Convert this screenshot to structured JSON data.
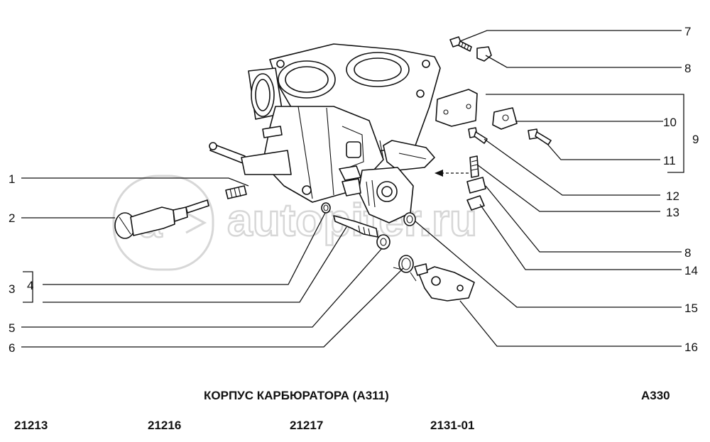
{
  "title": "КОРПУС КАРБЮРАТОРА (А311)",
  "diagram_code": "А330",
  "models": [
    "21213",
    "21216",
    "21217",
    "2131-01"
  ],
  "watermark": "autopiter.ru",
  "callouts": {
    "n1": "1",
    "n2": "2",
    "n3": "3",
    "n4": "4",
    "n5": "5",
    "n6": "6",
    "n7": "7",
    "n8a": "8",
    "n9": "9",
    "n10": "10",
    "n11": "11",
    "n12": "12",
    "n13": "13",
    "n8b": "8",
    "n14": "14",
    "n15": "15",
    "n16": "16"
  }
}
